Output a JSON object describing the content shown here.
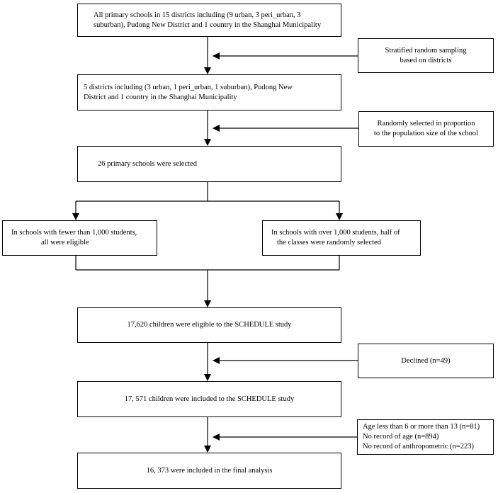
{
  "boxes": {
    "all_schools": [
      "All primary schools in 15 districts including (9 urban, 3 peri_urban, 3",
      "suburban), Pudong New District and 1 country in the Shanghai Municipality"
    ],
    "stratified": [
      "Stratified random sampling",
      "based on districts"
    ],
    "five_districts": [
      "5 districts including (3 urban, 1 peri_urban, 1 suburban), Pudong New",
      "District and 1 country in the Shanghai Municipality"
    ],
    "random_prop": [
      "Randomly selected in proportion",
      "to the population size of the school"
    ],
    "schools_26": [
      "26 primary schools were selected"
    ],
    "fewer": [
      "In schools with fewer than 1,000 students,",
      "all were eligible"
    ],
    "over": [
      "In schools with over 1,000 students, half of",
      "the classes were randomly selected"
    ],
    "eligible": [
      "17,620 children were eligible to the SCHEDULE study"
    ],
    "declined": [
      "Declined (n=49)"
    ],
    "included": [
      "17, 571 children were included to the SCHEDULE study"
    ],
    "exclusions": [
      "Age less than 6 or more than 13 (n=81)",
      "No record of age (n=894)",
      "No record of anthropometric (n=223)"
    ],
    "final": [
      "16, 373 were included in the final analysis"
    ]
  }
}
